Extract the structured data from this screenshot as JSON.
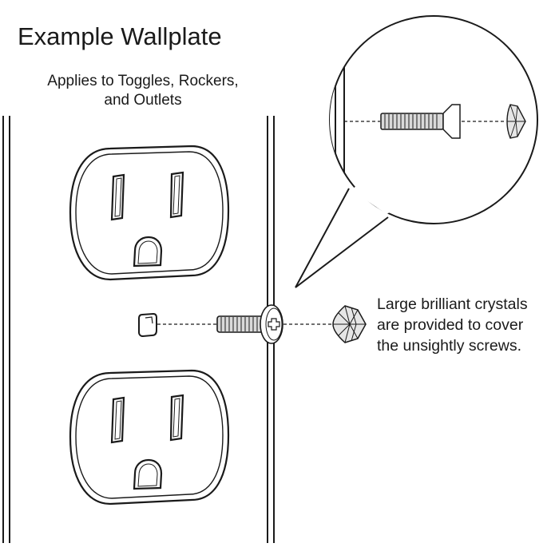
{
  "title": "Example Wallplate",
  "subtitle": {
    "line1": "Applies to Toggles, Rockers,",
    "line2": "and Outlets"
  },
  "callout": {
    "line1": "Large brilliant crystals",
    "line2": "are provided to cover",
    "line3": "the unsightly screws."
  },
  "colors": {
    "line": "#1a1a1a",
    "plate_fill": "#ffffff",
    "screw_fill": "#d9d9d9",
    "crystal_fill": "#e6e6e6"
  },
  "icons": [
    "outlet-icon",
    "screw-icon",
    "crystal-icon",
    "magnifier-bubble-icon"
  ]
}
